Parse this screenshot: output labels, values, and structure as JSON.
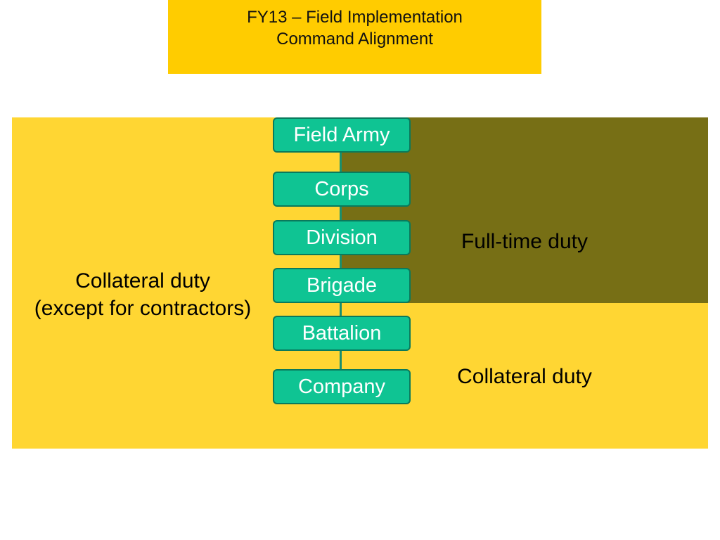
{
  "colors": {
    "title_background": "#FFCC00",
    "collateral_background": "#FFD633",
    "full_time_background": "#776F15",
    "node_fill": "#0FC493",
    "node_border": "#0A7A5C",
    "connector": "#1A8F6E"
  },
  "title": {
    "line1": "FY13 – Field Implementation",
    "line2": "Command Alignment"
  },
  "regions": {
    "left": {
      "line1": "Collateral duty",
      "line2": "(except for contractors)"
    },
    "right_top": "Full-time duty",
    "right_bottom": "Collateral duty"
  },
  "hierarchy": [
    {
      "label": "Field Army"
    },
    {
      "label": "Corps"
    },
    {
      "label": "Division"
    },
    {
      "label": "Brigade"
    },
    {
      "label": "Battalion"
    },
    {
      "label": "Company"
    }
  ]
}
